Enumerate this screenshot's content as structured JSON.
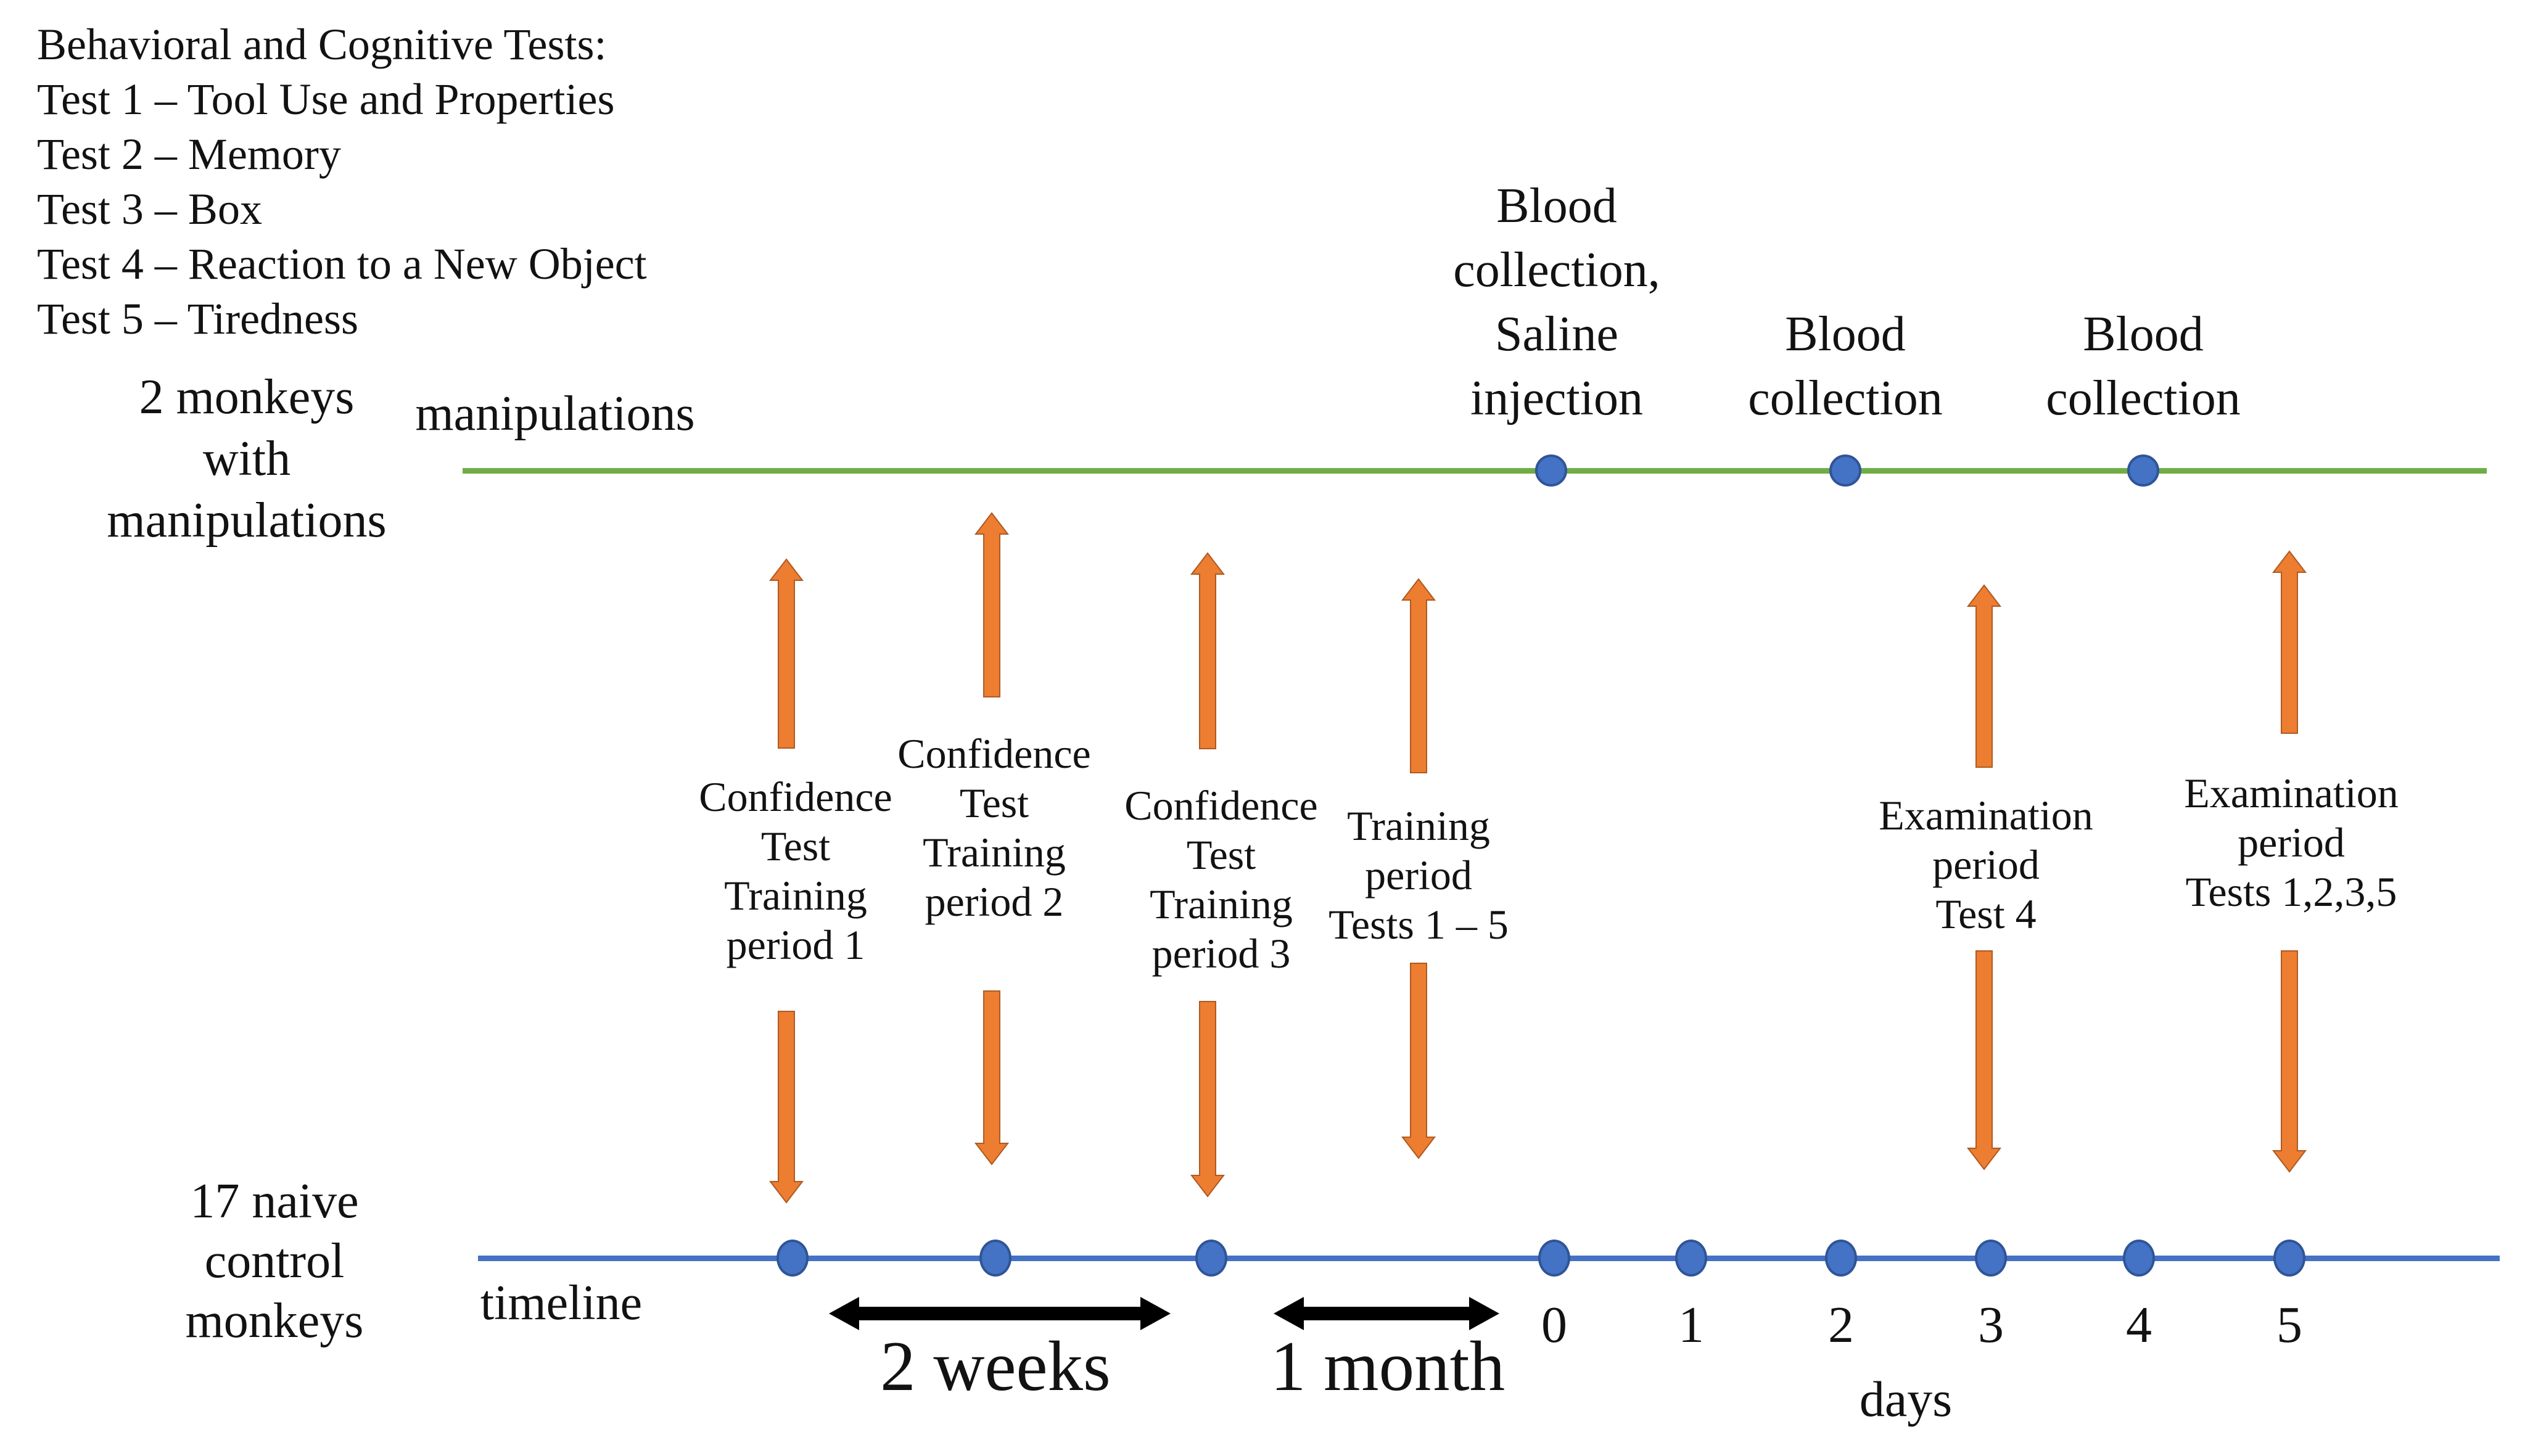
{
  "legend": {
    "title": "Behavioral and Cognitive Tests:",
    "items": [
      "Test 1 – Tool Use and Properties",
      "Test 2 – Memory",
      "Test 3 – Box",
      "Test 4 – Reaction to a New Object",
      "Test 5 – Tiredness"
    ]
  },
  "top_track": {
    "group_label": "2 monkeys\nwith\nmanipulations",
    "track_label": "manipulations",
    "events": [
      {
        "label": "Blood\ncollection,\nSaline\ninjection"
      },
      {
        "label": "Blood\ncollection"
      },
      {
        "label": "Blood\ncollection"
      }
    ]
  },
  "bottom_track": {
    "group_label": "17 naive\ncontrol\nmonkeys",
    "track_label": "timeline",
    "days": [
      "0",
      "1",
      "2",
      "3",
      "4",
      "5"
    ],
    "axis_label": "days"
  },
  "periods": [
    {
      "label": "Confidence\nTest\nTraining\nperiod 1"
    },
    {
      "label": "Confidence\nTest\nTraining\nperiod 2"
    },
    {
      "label": "Confidence\nTest\nTraining\nperiod 3"
    },
    {
      "label": "Training\nperiod\nTests 1 – 5"
    },
    {
      "label": "Examination\nperiod\nTest 4"
    },
    {
      "label": "Examination\nperiod\nTests 1,2,3,5"
    }
  ],
  "durations": [
    {
      "label": "2 weeks"
    },
    {
      "label": "1 month"
    }
  ],
  "colors": {
    "manipulations_line": "#70AD47",
    "timeline_line": "#4472C4",
    "dot_fill": "#4472C4",
    "dot_border": "#2F5597",
    "period_arrow_fill": "#ED7D31",
    "period_arrow_border": "#AE5A21",
    "duration_arrow": "#000000"
  }
}
